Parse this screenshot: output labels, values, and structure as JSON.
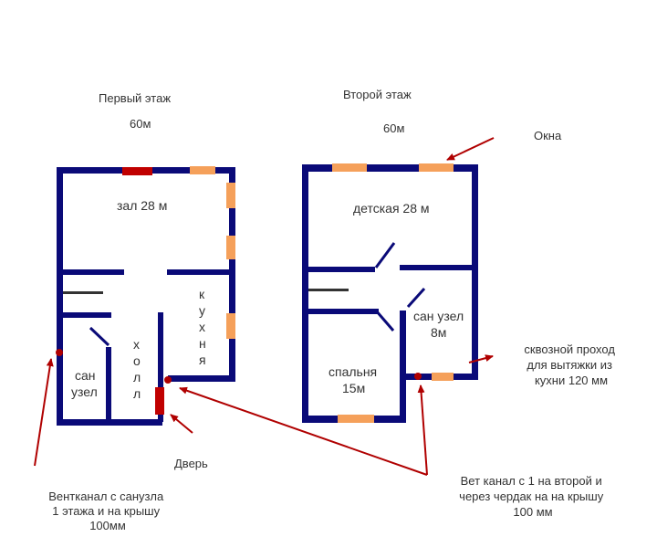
{
  "floor1": {
    "title": "Первый этаж",
    "area": "60м",
    "rooms": {
      "hall_big": "зал 28 м",
      "kitchen": [
        "к",
        "у",
        "х",
        "н",
        "я"
      ],
      "corridor": [
        "х",
        "о",
        "л",
        "л"
      ],
      "bath_line1": "сан",
      "bath_line2": "узел"
    }
  },
  "floor2": {
    "title": "Второй этаж",
    "area": "60м",
    "rooms": {
      "kids": "детская 28 м",
      "bath_line1": "сан узел",
      "bath_line2": "8м",
      "bedroom_line1": "спальня",
      "bedroom_line2": "15м"
    }
  },
  "annotations": {
    "windows": "Окна",
    "door": "Дверь",
    "vent1": [
      "Вентканал с санузла",
      "1 этажа и на крышу",
      "100мм"
    ],
    "vent2": [
      "Вет канал с 1 на второй и",
      "через чердак на на крышу",
      "100 мм"
    ],
    "passage": [
      "сквозной проход",
      "для вытяжки из",
      "кухни 120 мм"
    ]
  },
  "colors": {
    "wall": "#0a0a78",
    "window": "#f5a05a",
    "door": "#c00000",
    "arrow": "#b00000",
    "text": "#333333"
  }
}
